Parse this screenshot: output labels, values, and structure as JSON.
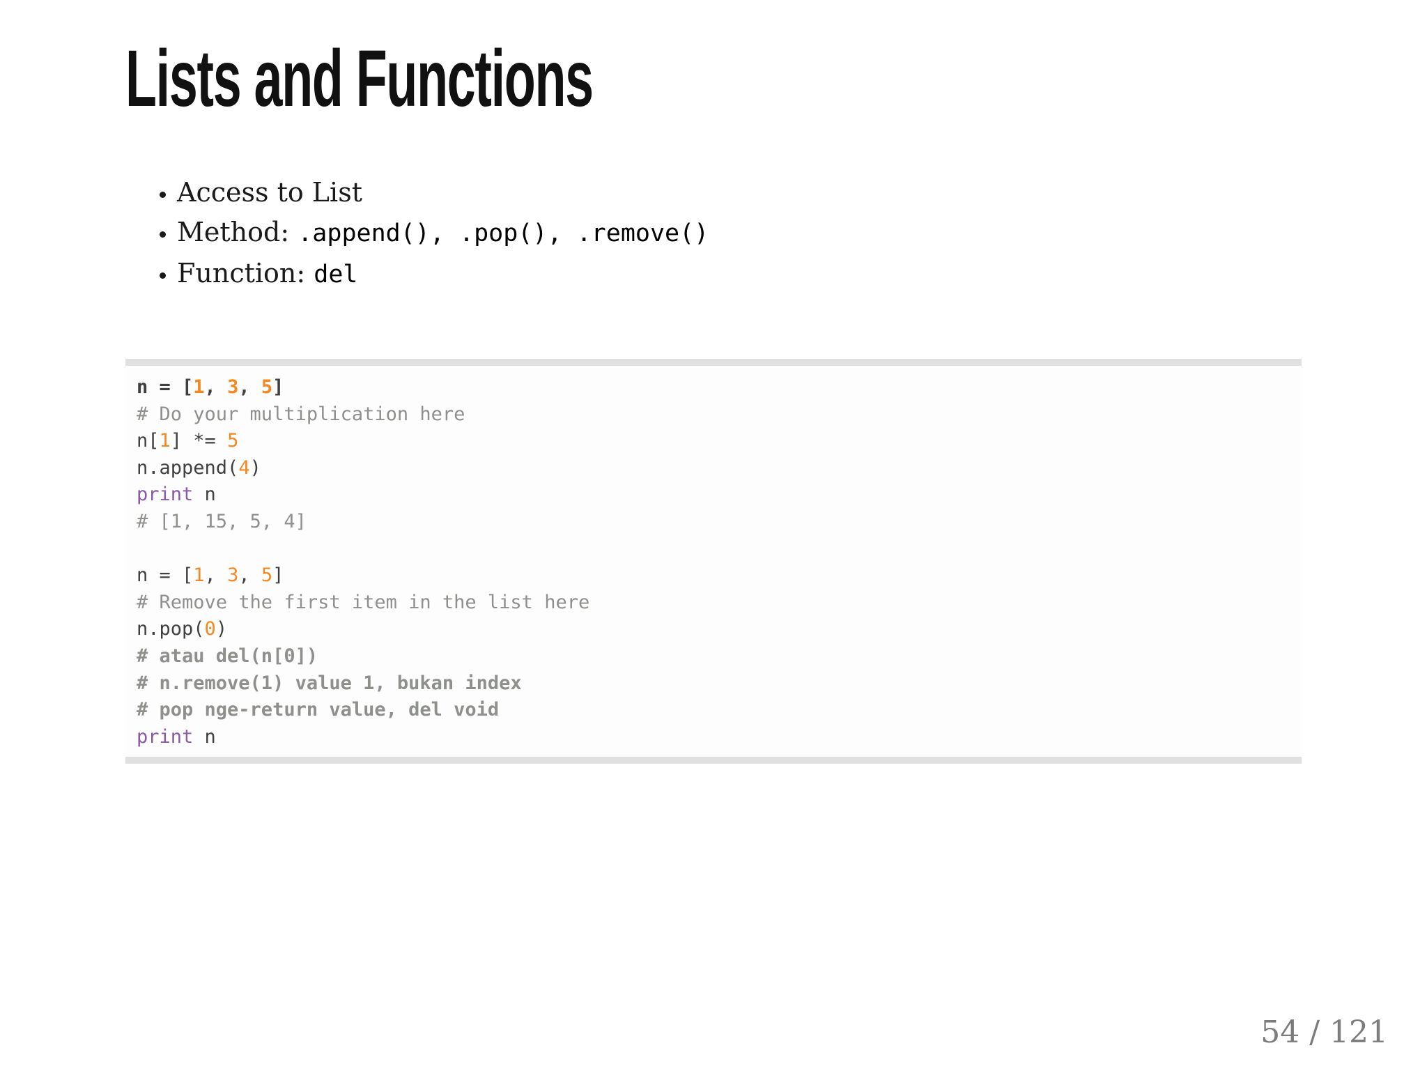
{
  "palette": {
    "code_text": "#3f4040",
    "code_number": "#f5871f",
    "code_comment": "#8e908c",
    "code_keyword": "#8959a8",
    "rule_border": "#e0e0e0",
    "page_number": "#7b7b7b"
  },
  "slide": {
    "title": "Lists and Functions",
    "bullets": [
      {
        "text": "Access to List",
        "code": ""
      },
      {
        "text": "Method: ",
        "code": ".append(), .pop(), .remove()"
      },
      {
        "text": "Function: ",
        "code": "del"
      }
    ]
  },
  "code": {
    "lines": [
      {
        "bold": true,
        "tokens": [
          {
            "t": "n = [",
            "c": "plain"
          },
          {
            "t": "1",
            "c": "number"
          },
          {
            "t": ", ",
            "c": "plain"
          },
          {
            "t": "3",
            "c": "number"
          },
          {
            "t": ", ",
            "c": "plain"
          },
          {
            "t": "5",
            "c": "number"
          },
          {
            "t": "]",
            "c": "plain"
          }
        ]
      },
      {
        "bold": false,
        "tokens": [
          {
            "t": "# Do your multiplication here",
            "c": "comment"
          }
        ]
      },
      {
        "bold": false,
        "tokens": [
          {
            "t": "n[",
            "c": "plain"
          },
          {
            "t": "1",
            "c": "number"
          },
          {
            "t": "] *= ",
            "c": "plain"
          },
          {
            "t": "5",
            "c": "number"
          }
        ]
      },
      {
        "bold": false,
        "tokens": [
          {
            "t": "n.append(",
            "c": "plain"
          },
          {
            "t": "4",
            "c": "number"
          },
          {
            "t": ")",
            "c": "plain"
          }
        ]
      },
      {
        "bold": false,
        "tokens": [
          {
            "t": "print",
            "c": "keyword"
          },
          {
            "t": " n",
            "c": "plain"
          }
        ]
      },
      {
        "bold": false,
        "tokens": [
          {
            "t": "# [1, 15, 5, 4]",
            "c": "comment"
          }
        ]
      },
      {
        "bold": false,
        "tokens": []
      },
      {
        "bold": false,
        "tokens": [
          {
            "t": "n = [",
            "c": "plain"
          },
          {
            "t": "1",
            "c": "number"
          },
          {
            "t": ", ",
            "c": "plain"
          },
          {
            "t": "3",
            "c": "number"
          },
          {
            "t": ", ",
            "c": "plain"
          },
          {
            "t": "5",
            "c": "number"
          },
          {
            "t": "]",
            "c": "plain"
          }
        ]
      },
      {
        "bold": false,
        "tokens": [
          {
            "t": "# Remove the first item in the list here",
            "c": "comment"
          }
        ]
      },
      {
        "bold": false,
        "tokens": [
          {
            "t": "n.pop(",
            "c": "plain"
          },
          {
            "t": "0",
            "c": "number"
          },
          {
            "t": ")",
            "c": "plain"
          }
        ]
      },
      {
        "bold": true,
        "tokens": [
          {
            "t": "# atau del(n[0])",
            "c": "comment"
          }
        ]
      },
      {
        "bold": true,
        "tokens": [
          {
            "t": "# n.remove(1) value 1, bukan index",
            "c": "comment"
          }
        ]
      },
      {
        "bold": true,
        "tokens": [
          {
            "t": "# pop nge-return value, del void",
            "c": "comment"
          }
        ]
      },
      {
        "bold": false,
        "tokens": [
          {
            "t": "print",
            "c": "keyword"
          },
          {
            "t": " n",
            "c": "plain"
          }
        ]
      }
    ]
  },
  "footer": {
    "page_label": "54 / 121"
  }
}
